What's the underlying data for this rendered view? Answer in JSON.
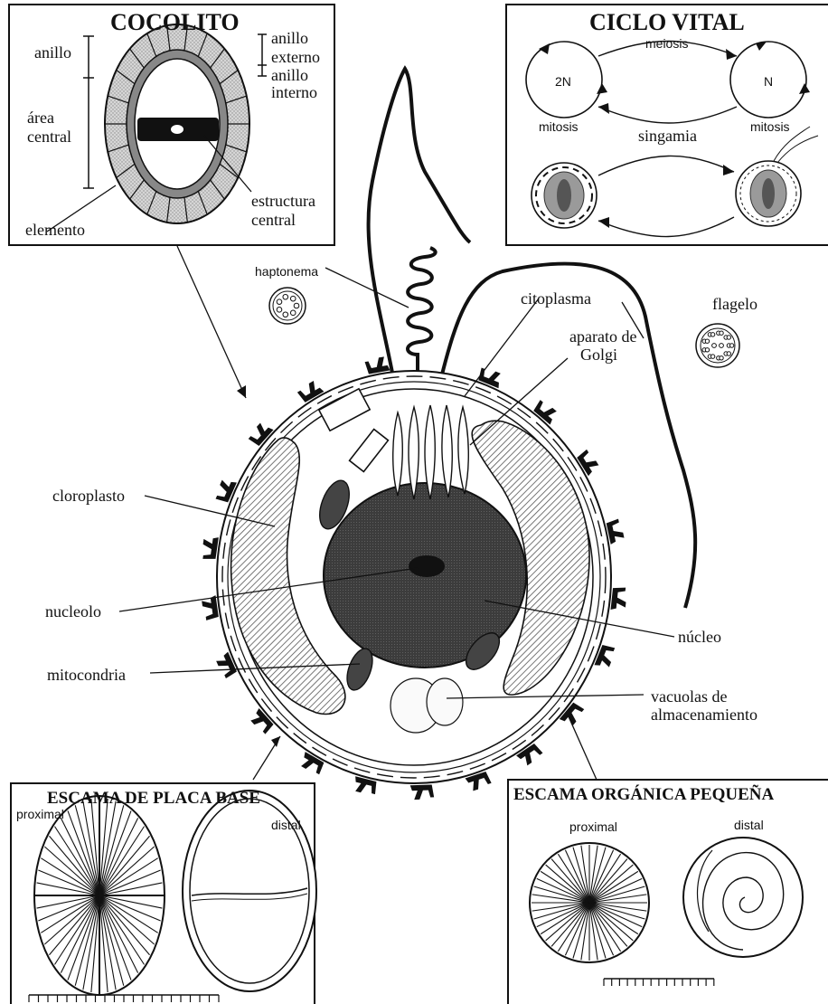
{
  "coccolith": {
    "title": "COCOLITO",
    "ring": "anillo",
    "outer_ring_1": "anillo",
    "outer_ring_2": "externo",
    "inner_ring_1": "anillo",
    "inner_ring_2": "interno",
    "central_area_1": "área",
    "central_area_2": "central",
    "central_structure_1": "estructura",
    "central_structure_2": "central",
    "element": "elemento"
  },
  "life_cycle": {
    "title": "CICLO VITAL",
    "meiosis": "meiosis",
    "diploid": "2N",
    "haploid": "N",
    "mitosis_left": "mitosis",
    "mitosis_right": "mitosis",
    "syngamy": "singamia"
  },
  "cell": {
    "haptonema": "haptonema",
    "flagellum": "flagelo",
    "cytoplasm": "citoplasma",
    "golgi_1": "aparato de",
    "golgi_2": "Golgi",
    "chloroplast": "cloroplasto",
    "nucleolus": "nucleolo",
    "nucleus": "núcleo",
    "mitochondria": "mitocondria",
    "vacuoles_1": "vacuolas de",
    "vacuoles_2": "almacenamiento"
  },
  "base_plate_scale": {
    "title": "ESCAMA DE PLACA BASE",
    "proximal": "proximal",
    "distal": "distal"
  },
  "organic_scale": {
    "title": "ESCAMA ORGÁNICA PEQUEÑA",
    "proximal": "proximal",
    "distal": "distal"
  },
  "colors": {
    "ink": "#111111",
    "ring_fill": "#d2d2d2",
    "nucleus_fill": "#3c3c3c",
    "chloroplast_fill": "#bdbdbd"
  }
}
